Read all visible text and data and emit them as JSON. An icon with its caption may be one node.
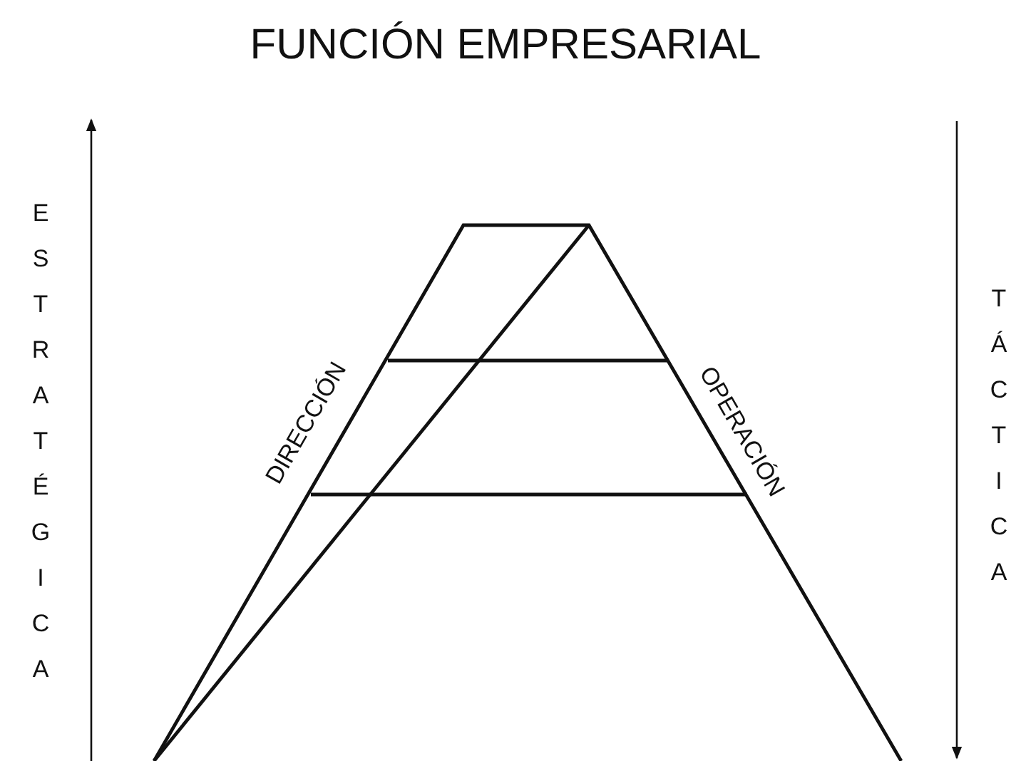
{
  "diagram": {
    "title": "FUNCIÓN EMPRESARIAL",
    "labels": [
      "ESTRATÉGICA",
      "DIRECCIÓN",
      "OPERACIÓN",
      "TÁCTICA"
    ]
  }
}
